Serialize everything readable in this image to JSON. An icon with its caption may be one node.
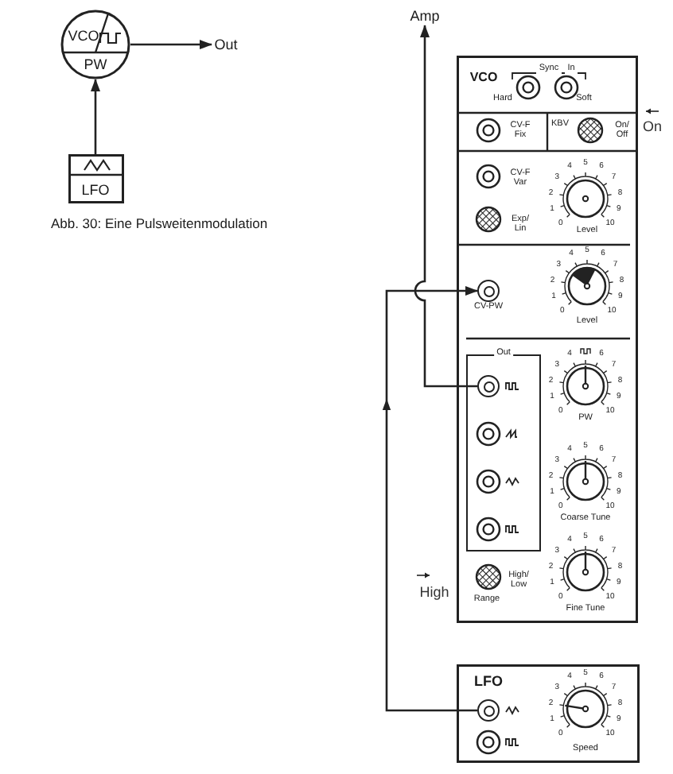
{
  "diagram": {
    "caption": "Abb. 30: Eine Pulsweitenmodulation",
    "nodes": [
      {
        "text": [
          "VCO",
          "PW"
        ]
      },
      {
        "text": [
          "LFO"
        ]
      },
      {
        "text": [
          "Out"
        ]
      },
      {
        "text": [
          "Amp"
        ]
      },
      {
        "text": [
          "VCO"
        ]
      },
      {
        "text": [
          "Out"
        ],
        "in": 4
      },
      {
        "text": [],
        "shape": "circle",
        "in": 5
      },
      {
        "text": [],
        "shape": "circle",
        "in": 4,
        "beside": [
          "CV-PW"
        ]
      },
      {
        "text": [
          "LFO"
        ]
      },
      {
        "text": [],
        "shape": "circle",
        "in": 8
      }
    ],
    "edges": [
      {
        "from": 1,
        "to": 0,
        "arrow": "to"
      },
      {
        "from": 0,
        "to": 2,
        "arrow": "to"
      },
      {
        "from": 6,
        "to": 3,
        "arrow": "to"
      },
      {
        "from": 9,
        "to": 7,
        "arrow": "to"
      }
    ],
    "labels": [
      "Sync",
      "In",
      "Hard",
      "Soft",
      "CV-F Fix",
      "KBV",
      "On/ Off",
      "On",
      "CV-F Var",
      "0",
      "1",
      "2",
      "3",
      "4",
      "5",
      "6",
      "7",
      "8",
      "9",
      "10",
      "Exp/ Lin",
      "Level",
      "0",
      "1",
      "2",
      "3",
      "4",
      "5",
      "6",
      "7",
      "8",
      "9",
      "10",
      "Level",
      "0",
      "1",
      "2",
      "3",
      "4",
      "6",
      "7",
      "8",
      "9",
      "10",
      "PW",
      "0",
      "1",
      "2",
      "3",
      "4",
      "5",
      "6",
      "7",
      "8",
      "9",
      "10",
      "Coarse Tune",
      "High/ Low",
      "High",
      "Range",
      "0",
      "1",
      "2",
      "3",
      "4",
      "5",
      "6",
      "7",
      "8",
      "9",
      "10",
      "Fine Tune",
      "0",
      "1",
      "2",
      "3",
      "4",
      "5",
      "6",
      "7",
      "8",
      "9",
      "10",
      "Speed"
    ]
  }
}
